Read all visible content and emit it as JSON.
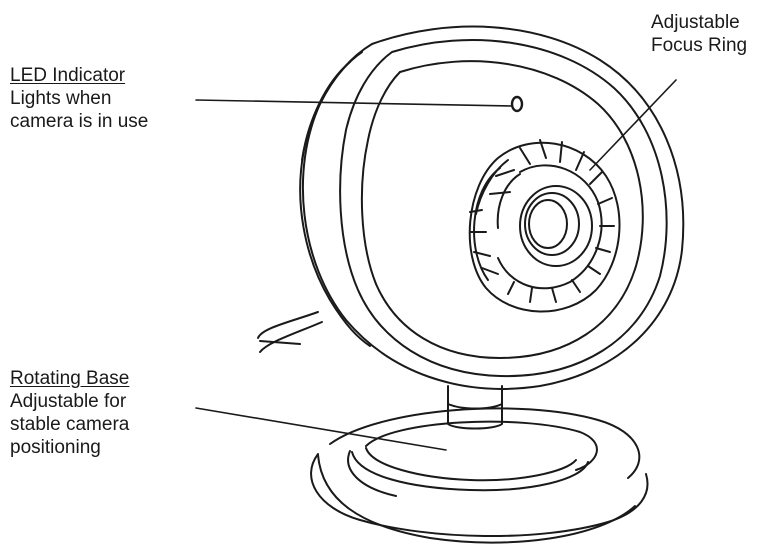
{
  "callouts": {
    "led": {
      "title": "LED Indicator",
      "lines": [
        "Lights when",
        "camera is in use"
      ]
    },
    "focus": {
      "lines": [
        "Adjustable",
        "Focus Ring"
      ]
    },
    "base": {
      "title": "Rotating Base",
      "lines": [
        "Adjustable for",
        "stable camera",
        "positioning"
      ]
    }
  },
  "colors": {
    "ink": "#1a1a1a",
    "background": "#ffffff"
  }
}
